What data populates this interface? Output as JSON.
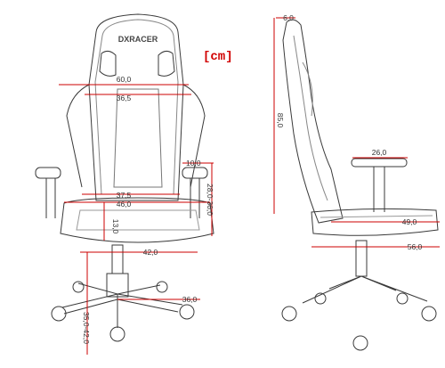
{
  "unit_label": "[cm]",
  "brand": "DXRACER",
  "accent_color": "#cc0000",
  "front_view": {
    "width_shoulder": "60,0",
    "width_backrest": "36,5",
    "armrest_height_adj": "10,0",
    "width_seat_inner": "37,5",
    "width_seat": "46,0",
    "armrest_range": "28,0-36,0",
    "seat_cushion_height": "13,0",
    "seat_depth": "42,0",
    "base_radius": "36,0",
    "seat_height_range": "35,0-42,0"
  },
  "side_view": {
    "headrest_depth": "6,0",
    "backrest_height": "85,0",
    "armrest_length": "26,0",
    "seat_length": "49,0",
    "overall_depth": "56,0"
  }
}
